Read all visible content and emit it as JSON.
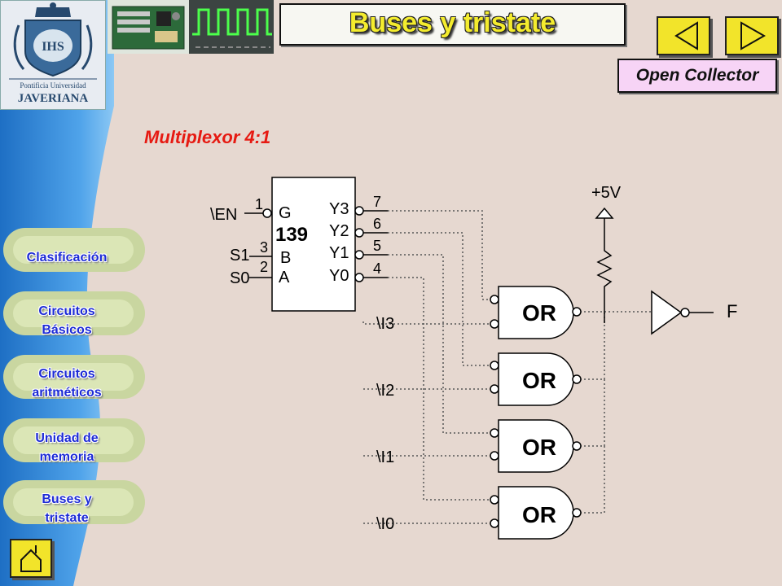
{
  "header": {
    "title": "Buses y tristate",
    "section_label": "Open Collector"
  },
  "logo": {
    "line1": "Pontificia Universidad",
    "line2": "JAVERIANA"
  },
  "main": {
    "subtitle": "Multiplexor 4:1"
  },
  "sidebar": {
    "items": [
      {
        "line1": "Clasificación",
        "line2": ""
      },
      {
        "line1": "Circuitos",
        "line2": "Básicos"
      },
      {
        "line1": "Circuitos",
        "line2": "aritméticos"
      },
      {
        "line1": "Unidad de",
        "line2": "memoria"
      },
      {
        "line1": "Buses y",
        "line2": "tristate"
      }
    ]
  },
  "circuit": {
    "chip": {
      "number": "139"
    },
    "chip_inputs": [
      {
        "signal": "\\EN",
        "pin": "1",
        "name": "G"
      },
      {
        "signal": "S1",
        "pin": "3",
        "name": "B"
      },
      {
        "signal": "S0",
        "pin": "2",
        "name": "A"
      }
    ],
    "chip_outputs": [
      {
        "name": "Y3",
        "pin": "7"
      },
      {
        "name": "Y2",
        "pin": "6"
      },
      {
        "name": "Y1",
        "pin": "5"
      },
      {
        "name": "Y0",
        "pin": "4"
      }
    ],
    "data_inputs": [
      "\\I3",
      "\\I2",
      "\\I1",
      "\\I0"
    ],
    "gate_label": "OR",
    "supply": "+5V",
    "output": "F"
  },
  "colors": {
    "accent_red": "#e61a12",
    "title_yellow": "#f4ec2e",
    "nav_yellow": "#f2e42a",
    "link_blue": "#1d2bd6",
    "pink_box": "#f7d4f6",
    "sidebar_blue": "#2e8ad8"
  },
  "icons": {
    "prev": "triangle-left-icon",
    "next": "triangle-right-icon",
    "home": "home-icon"
  }
}
